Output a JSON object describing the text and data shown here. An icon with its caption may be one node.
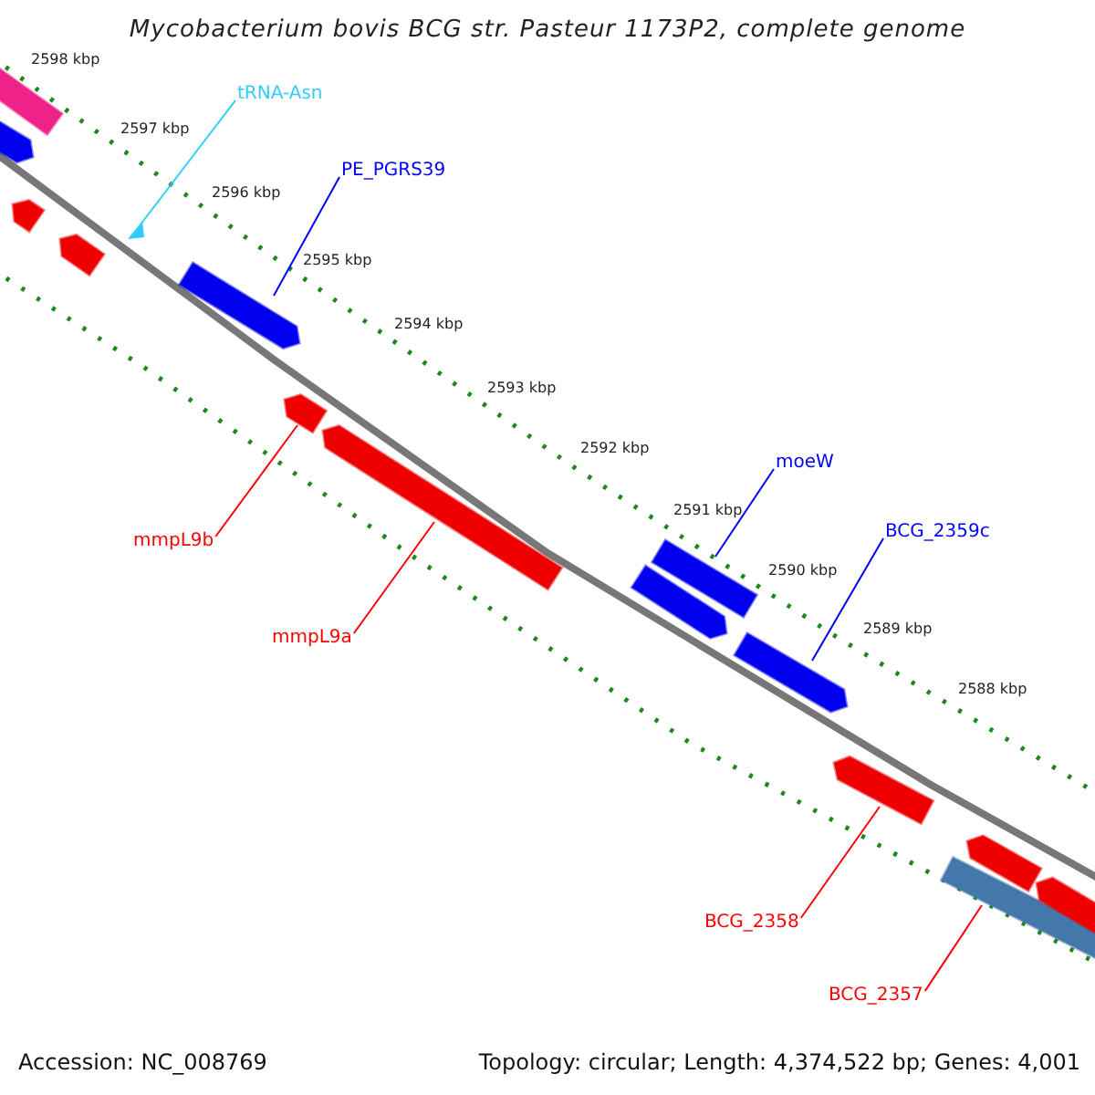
{
  "diagram": {
    "title": "Mycobacterium bovis BCG str. Pasteur 1173P2, complete genome",
    "nodes": [
      {
        "text": [
          "tRNA-Asn"
        ]
      },
      {
        "text": [
          "PE_PGRS39"
        ]
      },
      {
        "text": [
          "moeW"
        ]
      },
      {
        "text": [
          "BCG_2359c"
        ]
      },
      {
        "text": [
          "mmpL9b"
        ]
      },
      {
        "text": [
          "mmpL9a"
        ]
      },
      {
        "text": [
          "BCG_2358"
        ]
      },
      {
        "text": [
          "BCG_2357"
        ]
      },
      {
        "text": [],
        "shape": "bar"
      },
      {
        "text": [],
        "shape": "bar"
      },
      {
        "text": [],
        "shape": "bar"
      },
      {
        "text": [],
        "shape": "bar"
      },
      {
        "text": [],
        "shape": "triangle"
      },
      {
        "text": [],
        "shape": "bar"
      },
      {
        "text": [],
        "shape": "bar"
      },
      {
        "text": [],
        "shape": "bar"
      },
      {
        "text": [],
        "shape": "bar"
      },
      {
        "text": [],
        "shape": "bar"
      },
      {
        "text": [],
        "shape": "bar"
      },
      {
        "text": [],
        "shape": "bar"
      },
      {
        "text": [],
        "shape": "bar"
      },
      {
        "text": [],
        "shape": "bar"
      },
      {
        "text": [],
        "shape": "bar"
      }
    ],
    "edges": [
      {
        "from": 0,
        "to": 12,
        "arrow": "none",
        "color": "#33ccff"
      },
      {
        "from": 1,
        "to": 13,
        "arrow": "none",
        "color": "#0000ff"
      },
      {
        "from": 2,
        "to": 16,
        "arrow": "none",
        "color": "#0000ff"
      },
      {
        "from": 3,
        "to": 18,
        "arrow": "none",
        "color": "#0000ff"
      },
      {
        "from": 4,
        "to": 14,
        "arrow": "none",
        "color": "#ff0000"
      },
      {
        "from": 5,
        "to": 15,
        "arrow": "none",
        "color": "#ff0000"
      },
      {
        "from": 6,
        "to": 19,
        "arrow": "none",
        "color": "#ff0000"
      },
      {
        "from": 7,
        "to": 22,
        "arrow": "none",
        "color": "#ff0000"
      }
    ],
    "labels": [
      "2598 kbp",
      "2597 kbp",
      "2596 kbp",
      "2595 kbp",
      "2594 kbp",
      "2593 kbp",
      "2592 kbp",
      "2591 kbp",
      "2590 kbp",
      "2589 kbp",
      "2588 kbp",
      "Accession: NC_008769",
      "Topology: circular; Length: 4,374,522 bp; Genes: 4,001"
    ]
  }
}
